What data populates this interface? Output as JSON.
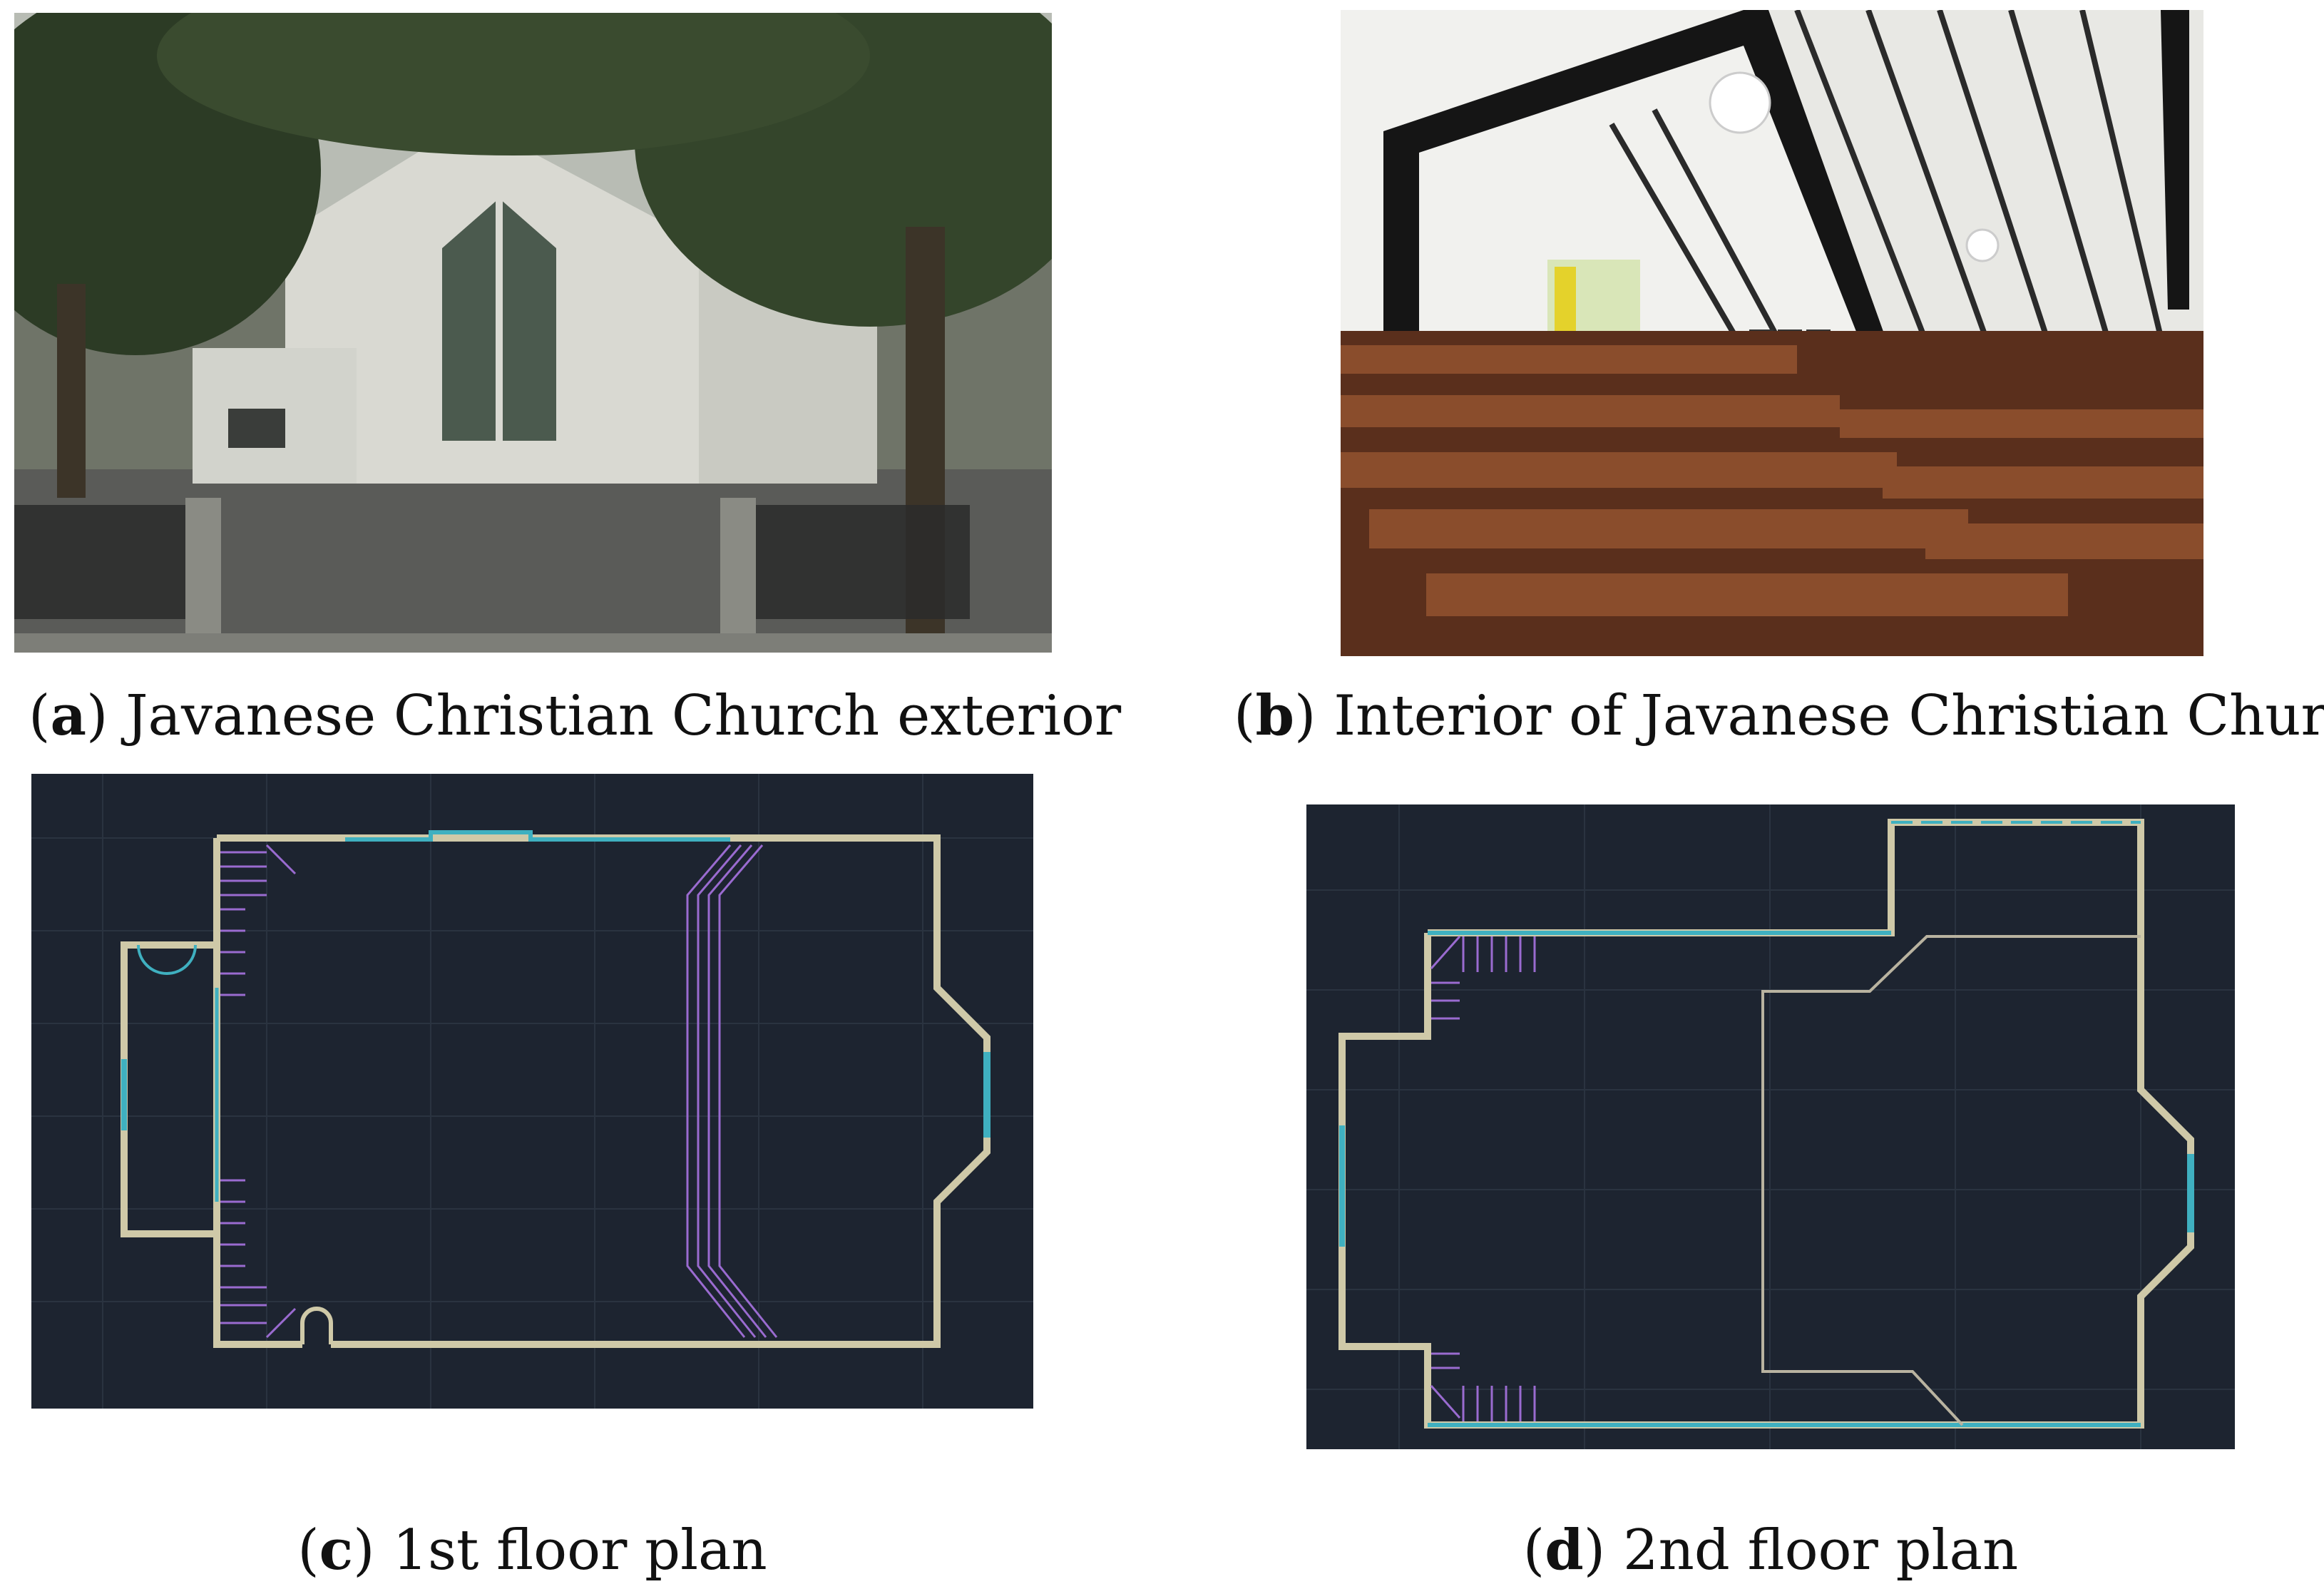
{
  "panels": {
    "a": {
      "letter": "a",
      "caption": "Javanese Christian Church exterior"
    },
    "b": {
      "letter": "b",
      "caption": "Interior of Javanese Christian Church"
    },
    "c": {
      "letter": "c",
      "caption": "1st floor plan"
    },
    "d": {
      "letter": "d",
      "caption": "2nd floor plan"
    }
  },
  "colors": {
    "cad_background": "#1d2430",
    "wall": "#cfc9a8",
    "window": "#3fb0c0",
    "stair": "#9a6bd0",
    "wall_mark": "#d8d35a"
  }
}
